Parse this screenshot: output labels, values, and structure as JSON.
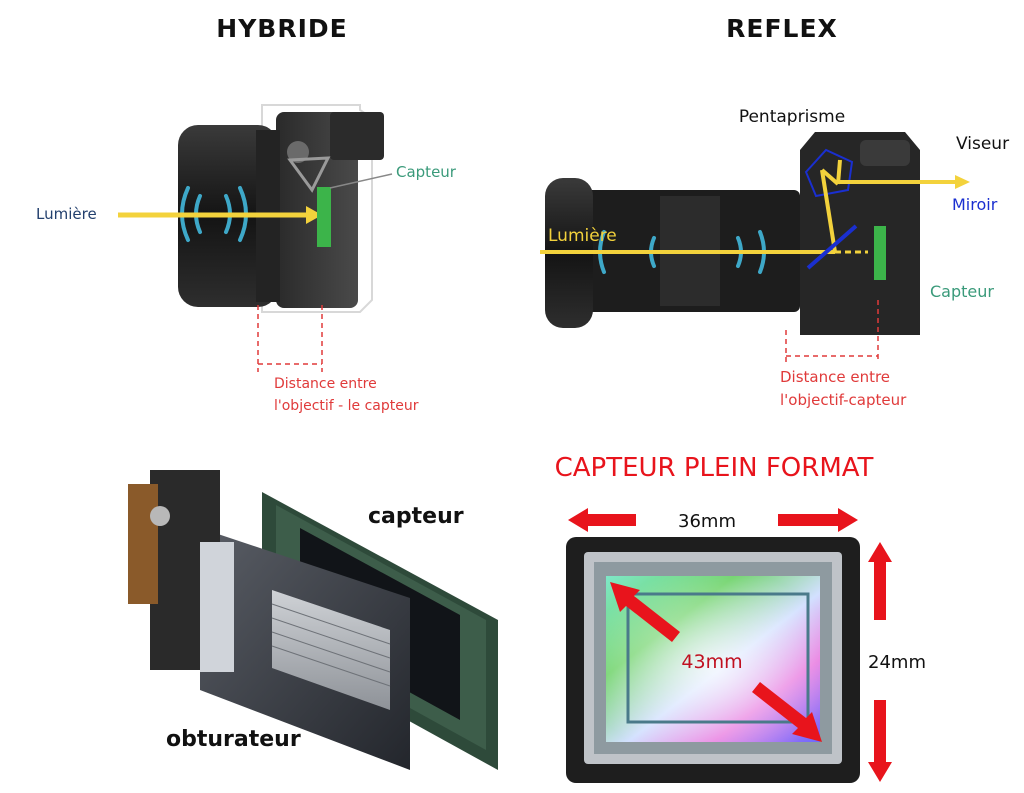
{
  "hybrid": {
    "title": "HYBRIDE",
    "light_label": "Lumière",
    "sensor_label": "Capteur",
    "distance_line1": "Distance entre",
    "distance_line2": "l'objectif - le capteur"
  },
  "reflex": {
    "title": "REFLEX",
    "pentaprism_label": "Pentaprisme",
    "viewfinder_label": "Viseur",
    "mirror_label": "Miroir",
    "light_label": "Lumière",
    "sensor_label": "Capteur",
    "distance_line1": "Distance entre",
    "distance_line2": "l'objectif-capteur"
  },
  "shutter": {
    "sensor_label": "capteur",
    "shutter_label": "obturateur"
  },
  "full_frame": {
    "title": "CAPTEUR PLEIN FORMAT",
    "width_label": "36mm",
    "height_label": "24mm",
    "diagonal_label": "43mm"
  },
  "colors": {
    "light_ray": "#f3d23c",
    "sensor_green": "#3cb44a",
    "mirror_blue": "#1a2fd0",
    "distance_red": "#e03a3a",
    "arrow_red": "#e8141c",
    "label_teal": "#3a9a7a"
  }
}
